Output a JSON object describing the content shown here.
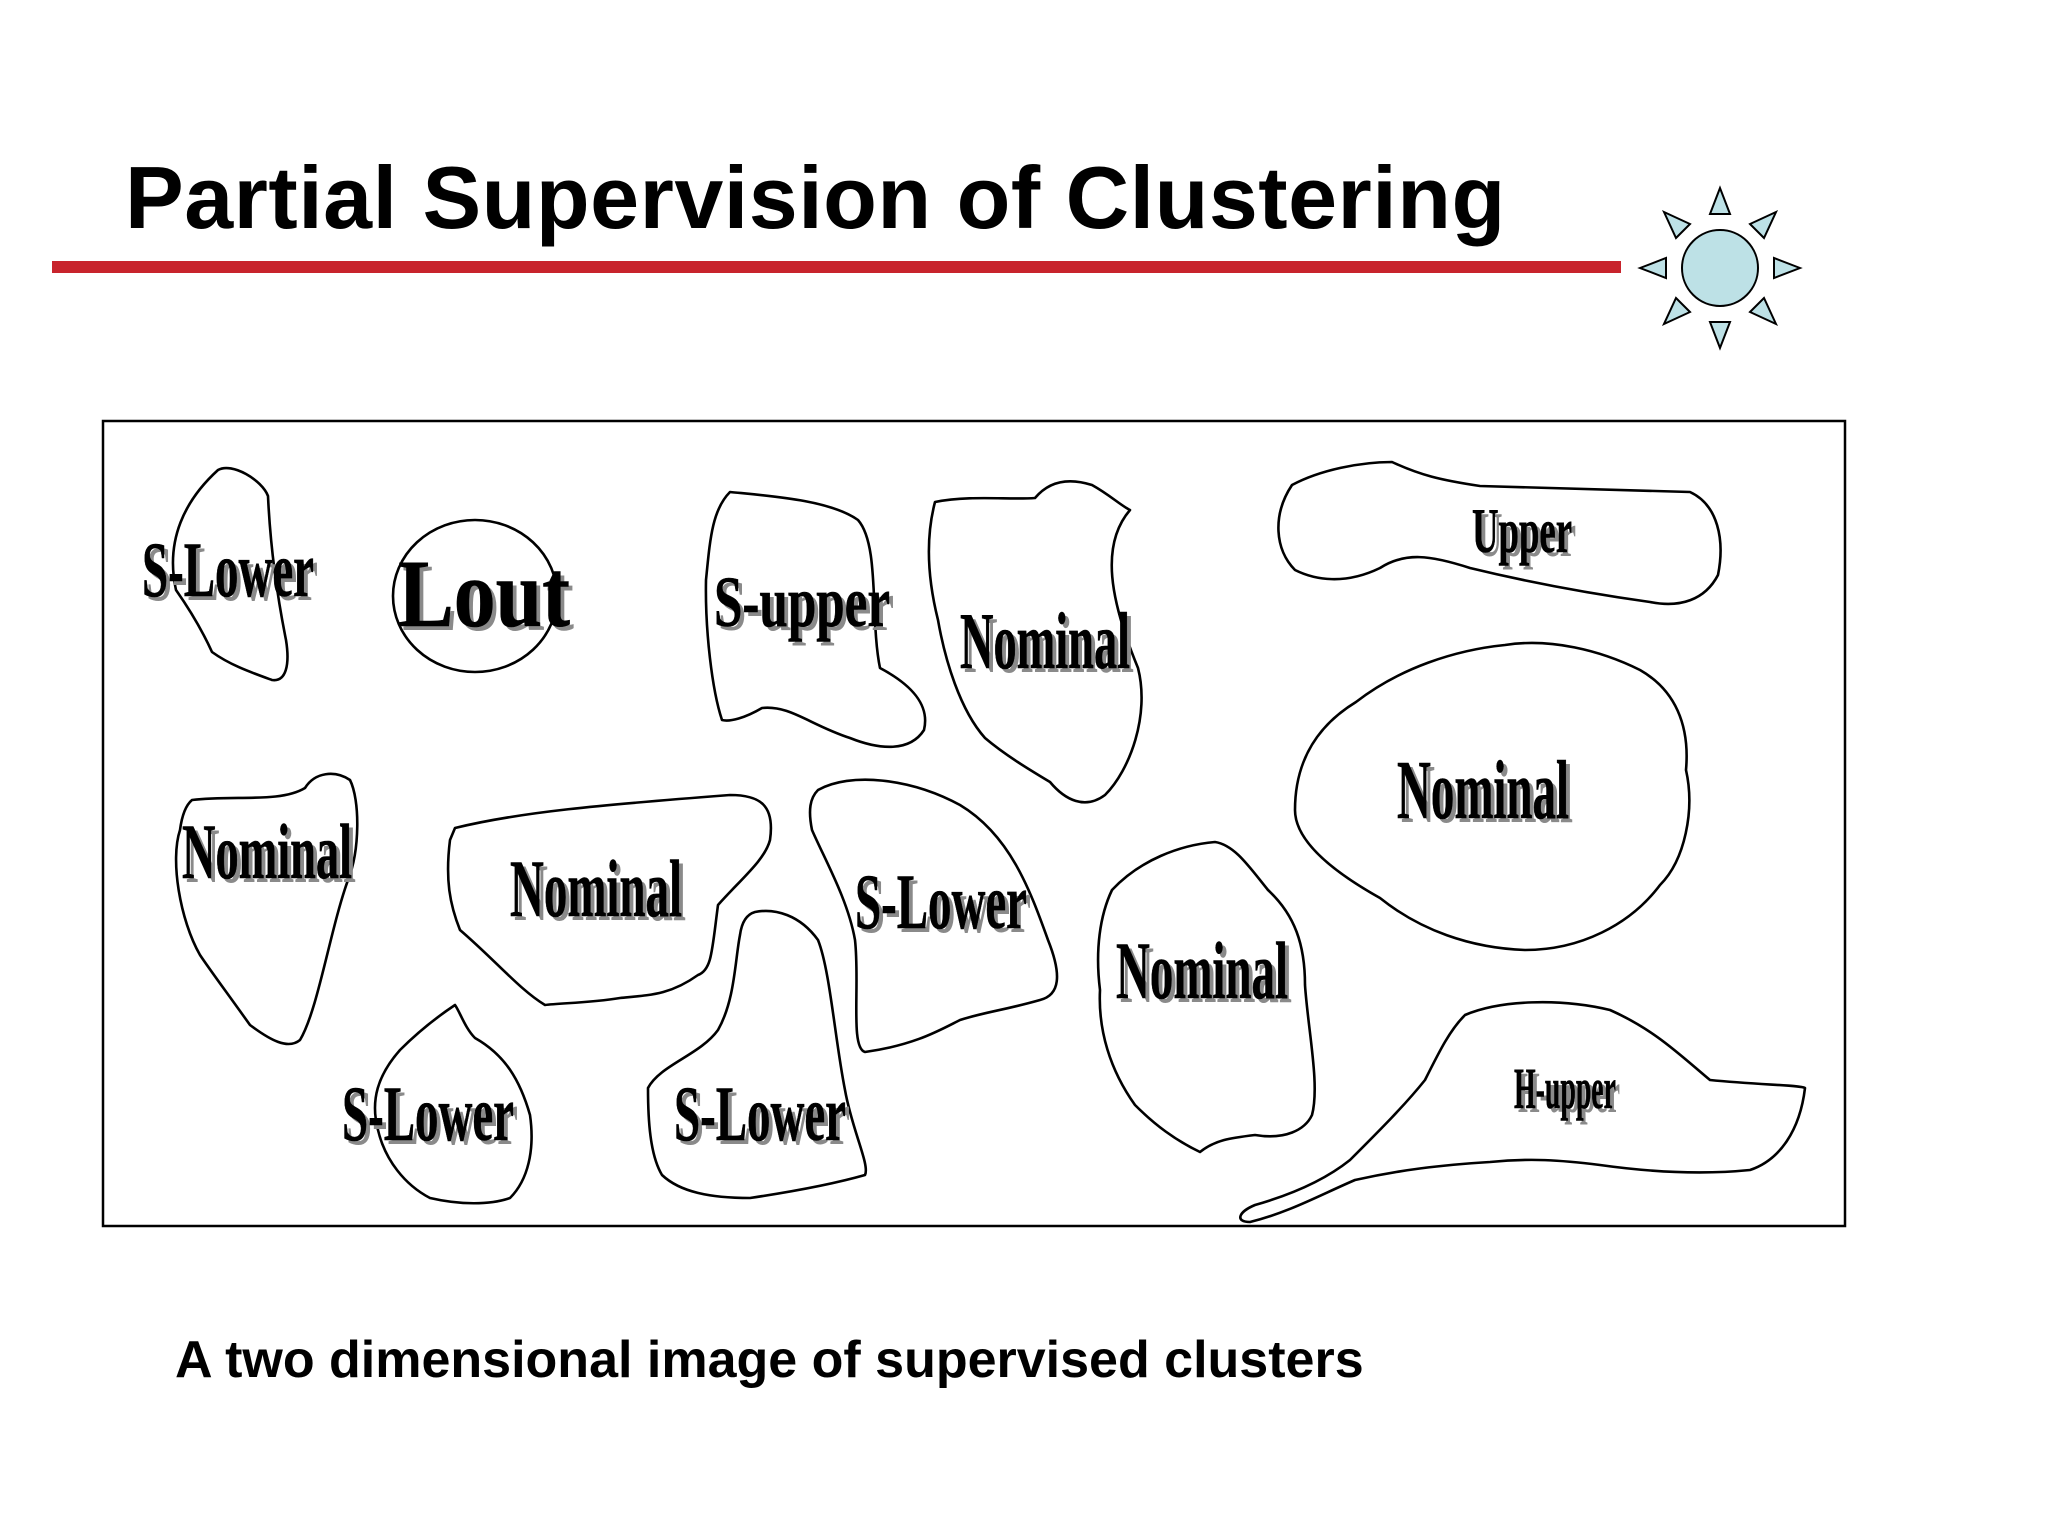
{
  "slide": {
    "title": "Partial Supervision of Clustering",
    "caption": "A two dimensional image of supervised clusters"
  },
  "icons": {
    "corner": "sun-icon"
  },
  "colors": {
    "rule": "#c8232c",
    "sun_fill": "#bde1e6"
  },
  "diagram": {
    "clusters": [
      {
        "id": "c1",
        "label": "S-Lower"
      },
      {
        "id": "c2",
        "label": "Lout"
      },
      {
        "id": "c3",
        "label": "S-upper"
      },
      {
        "id": "c4",
        "label": "Nominal"
      },
      {
        "id": "c5",
        "label": "Upper"
      },
      {
        "id": "c6",
        "label": "Nominal"
      },
      {
        "id": "c7",
        "label": "Nominal"
      },
      {
        "id": "c8",
        "label": "Nominal"
      },
      {
        "id": "c9",
        "label": "S-Lower"
      },
      {
        "id": "c10",
        "label": "Nominal"
      },
      {
        "id": "c11",
        "label": "S-Lower"
      },
      {
        "id": "c12",
        "label": "S-Lower"
      },
      {
        "id": "c13",
        "label": "H-upper"
      }
    ]
  }
}
